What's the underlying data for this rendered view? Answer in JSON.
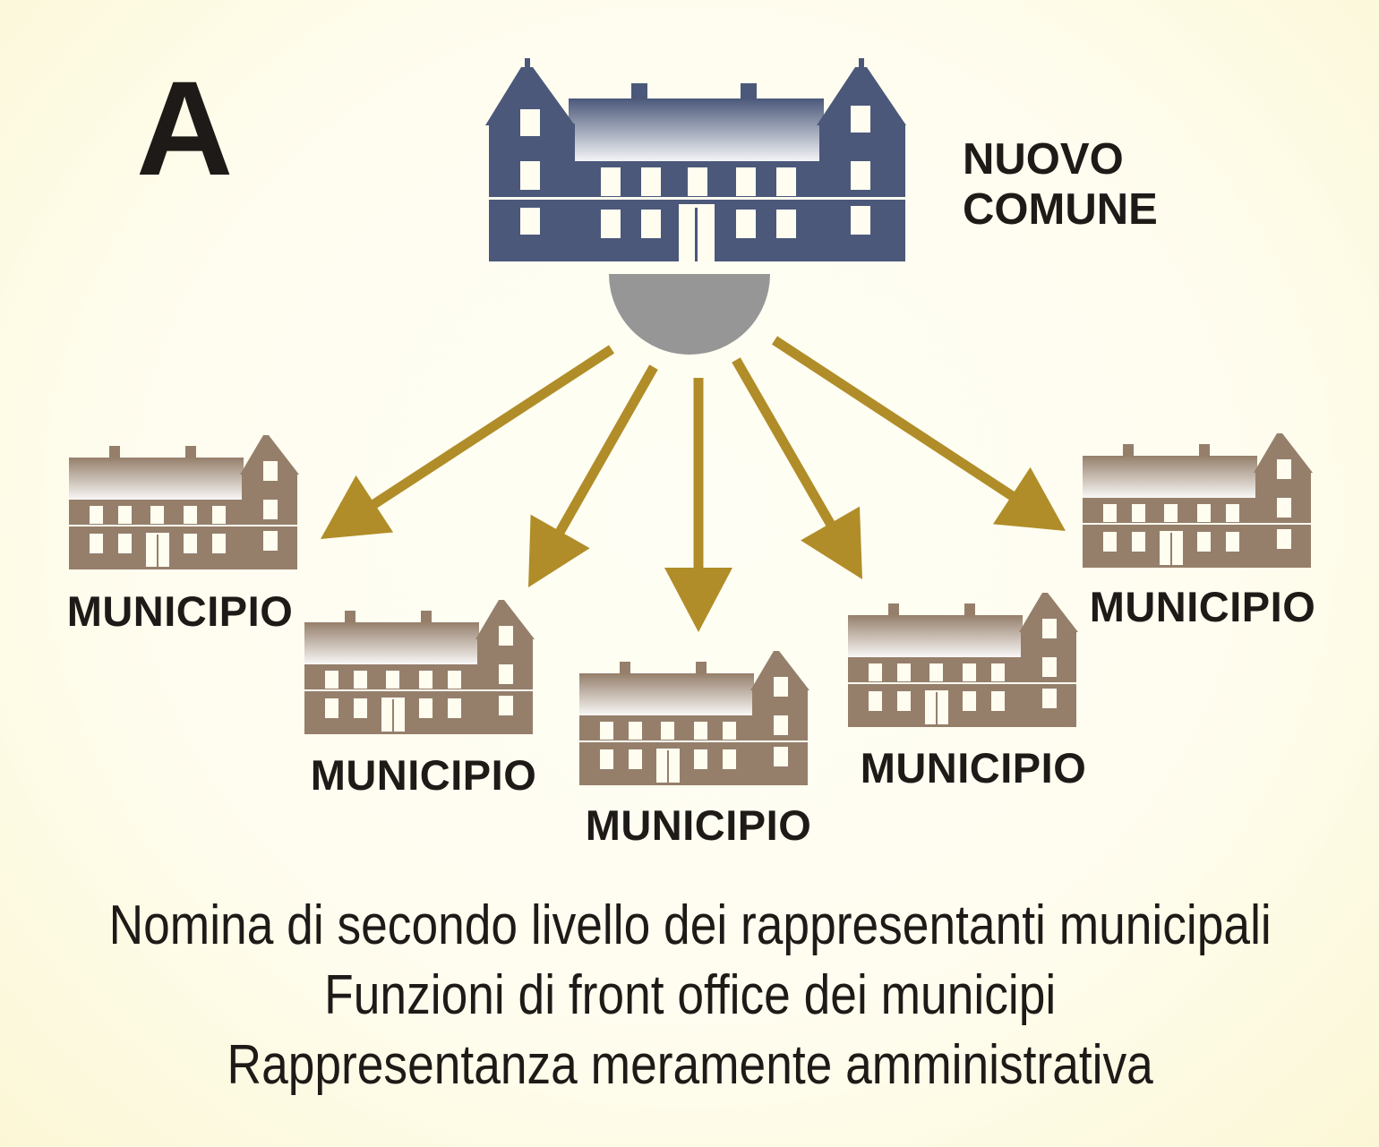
{
  "panel_letter": "A",
  "main": {
    "label_line1": "NUOVO",
    "label_line2": "COMUNE",
    "color": "#4b587a"
  },
  "municipi": [
    {
      "label": "MUNICIPIO"
    },
    {
      "label": "MUNICIPIO"
    },
    {
      "label": "MUNICIPIO"
    },
    {
      "label": "MUNICIPIO"
    },
    {
      "label": "MUNICIPIO"
    }
  ],
  "colors": {
    "municipio": "#957f6b",
    "arrow": "#b08d28",
    "hub": "#969696"
  },
  "description": [
    "Nomina di secondo livello dei rappresentanti municipali",
    "Funzioni di front office dei municipi",
    "Rappresentanza meramente amministrativa"
  ]
}
